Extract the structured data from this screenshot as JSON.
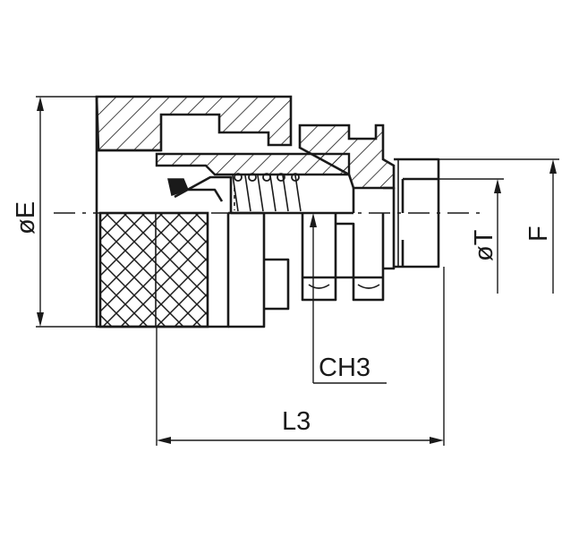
{
  "labels": {
    "dia_e": "øE",
    "dia_t": "øT",
    "f": "F",
    "ch3": "CH3",
    "l3": "L3"
  },
  "colors": {
    "ink": "#1a1a1a",
    "paper": "#ffffff"
  }
}
